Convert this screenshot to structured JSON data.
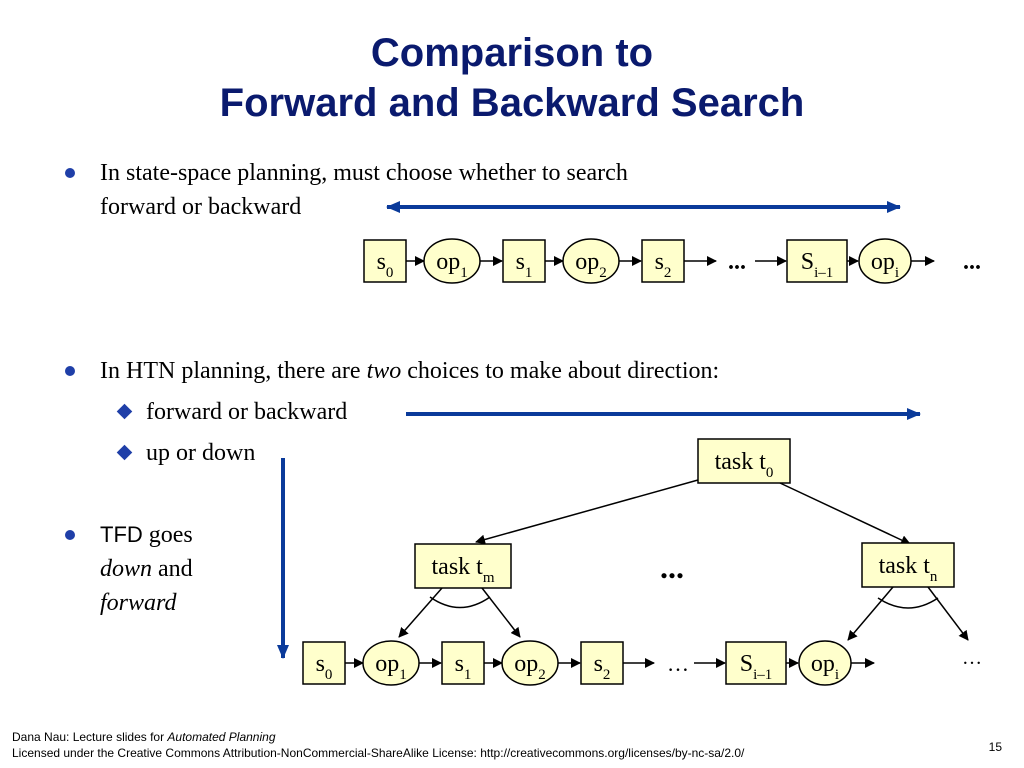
{
  "slide": {
    "title_line1": "Comparison to",
    "title_line2": "Forward and Backward Search",
    "bullet1_line1": "In state-space planning, must choose whether to search",
    "bullet1_line2": "forward or backward",
    "bullet2_pre": "In HTN planning, there are ",
    "bullet2_em": "two",
    "bullet2_post": " choices to make about direction:",
    "sub1": "forward or backward",
    "sub2": "up or down",
    "bullet3_a": "TFD",
    "bullet3_b": " goes",
    "bullet3_c": "down",
    "bullet3_d": " and",
    "bullet3_e": "forward"
  },
  "chain1": {
    "s0": "s",
    "s0_sub": "0",
    "op1": "op",
    "op1_sub": "1",
    "s1": "s",
    "s1_sub": "1",
    "op2": "op",
    "op2_sub": "2",
    "s2": "s",
    "s2_sub": "2",
    "dots1": "...",
    "si": "S",
    "si_sub": "i–1",
    "opi": "op",
    "opi_sub": "i",
    "dots2": "..."
  },
  "tree": {
    "t0": "task t",
    "t0_sub": "0",
    "tm": "task t",
    "tm_sub": "m",
    "tn": "task t",
    "tn_sub": "n",
    "mid_dots": "...",
    "right_dots": "…"
  },
  "chain2": {
    "s0": "s",
    "s0_sub": "0",
    "op1": "op",
    "op1_sub": "1",
    "s1": "s",
    "s1_sub": "1",
    "op2": "op",
    "op2_sub": "2",
    "s2": "s",
    "s2_sub": "2",
    "dots1": "…",
    "si": "S",
    "si_sub": "i–1",
    "opi": "op",
    "opi_sub": "i"
  },
  "footer": {
    "line1_pre": "Dana Nau: Lecture slides for ",
    "line1_em": "Automated Planning",
    "line2": "Licensed under the Creative Commons Attribution-NonCommercial-ShareAlike License: http://creativecommons.org/licenses/by-nc-sa/2.0/",
    "page": "15"
  },
  "colors": {
    "title": "#0a1a6e",
    "arrow": "#0a3a9a",
    "bullet": "#1f3fa8",
    "node_fill": "#ffffcc"
  }
}
